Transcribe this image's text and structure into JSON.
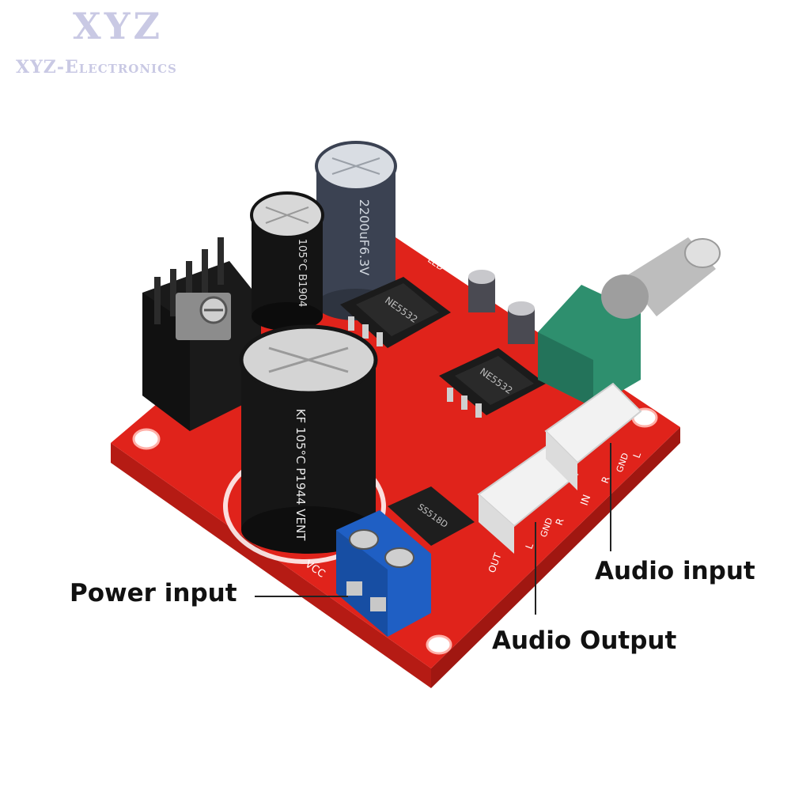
{
  "brand": {
    "logo": "XYZ",
    "name": "XYZ-Electronics"
  },
  "callouts": {
    "power_input": "Power input",
    "audio_input": "Audio input",
    "audio_output": "Audio Output"
  },
  "board": {
    "silkscreen": {
      "vcc": "VCC",
      "led": "LED",
      "out": "OUT",
      "in": "IN",
      "l": "L",
      "r": "R",
      "gnd": "GND"
    },
    "chips": {
      "opamp_1": "NE5532",
      "opamp_2": "NE5532",
      "regulator": "SS518D"
    },
    "capacitors": {
      "big": "KF 105°C P1944 VENT",
      "tall": "2200uF6.3V",
      "mid": "105°C B1904"
    }
  },
  "colors": {
    "pcb": "#e0231b",
    "heatsink": "#1a1a1a",
    "terminal": "#1f5fc4",
    "pot": "#2e8f6e",
    "connector": "#f2f2f2",
    "logo": "#c9c9e4"
  },
  "icons": [
    "heatsink-icon",
    "capacitor-icon",
    "ic-chip-icon",
    "potentiometer-icon",
    "screw-terminal-icon",
    "connector-icon"
  ]
}
